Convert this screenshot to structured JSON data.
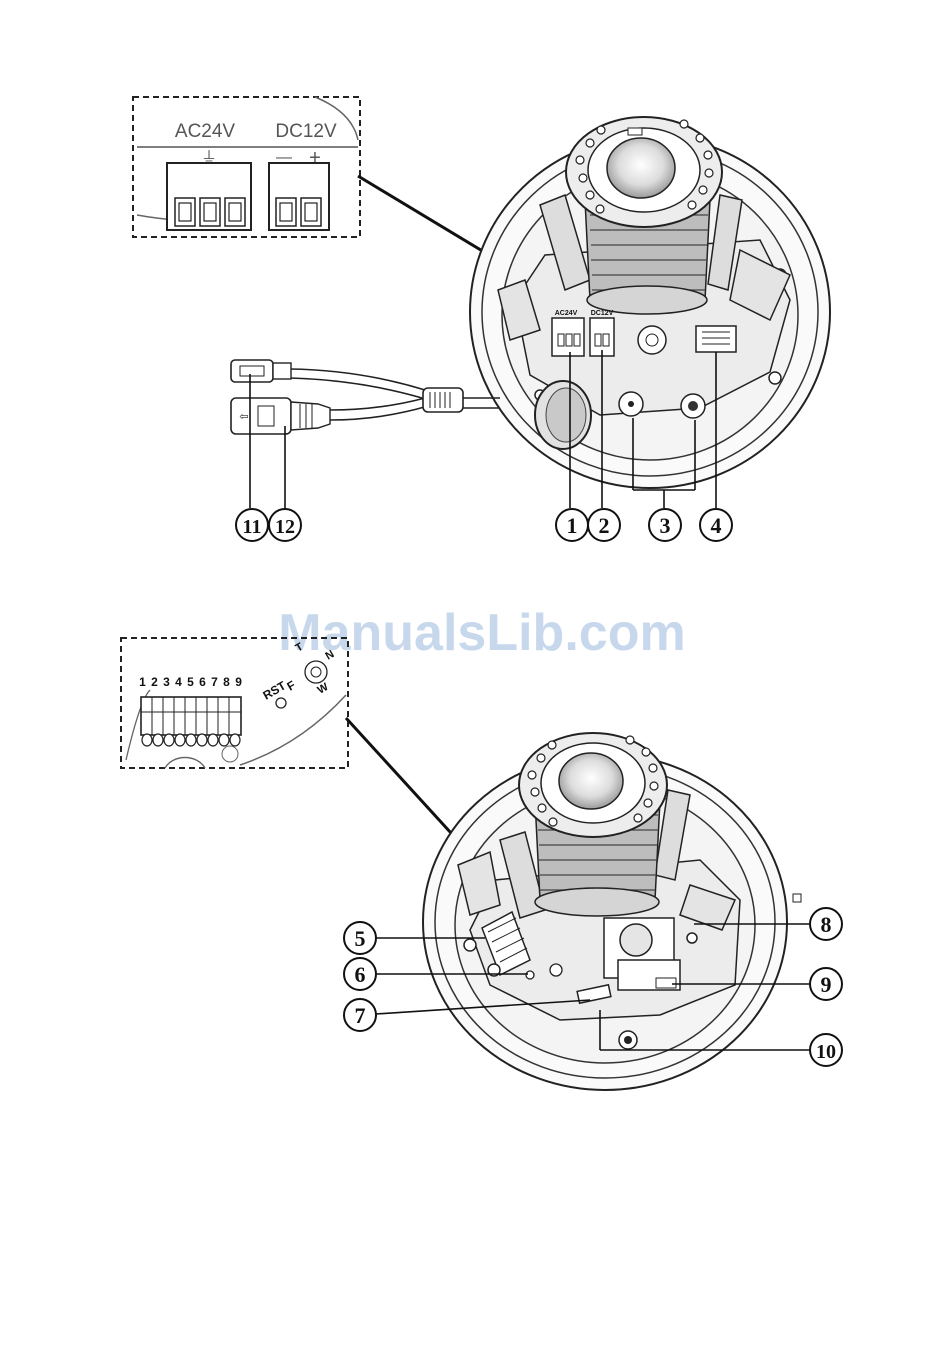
{
  "watermark": "ManualsLib.com",
  "top_figure": {
    "inset_labels": {
      "ac": "AC24V",
      "dc": "DC12V",
      "ac_ground": "⏚",
      "dc_minus": "—",
      "dc_plus": "+"
    },
    "board_labels": {
      "ac": "AC24V",
      "dc": "DC12V"
    },
    "callouts": [
      "1",
      "2",
      "3",
      "4",
      "11",
      "12"
    ]
  },
  "bottom_figure": {
    "inset_pin_numbers": "1 2 3 4 5 6 7 8 9",
    "inset_labels": {
      "rst": "RST",
      "f": "F",
      "t": "T",
      "n": "N",
      "w": "W"
    },
    "callouts": [
      "5",
      "6",
      "7",
      "8",
      "9",
      "10"
    ]
  },
  "colors": {
    "line": "#222222",
    "fill_light": "#f2f2f2",
    "fill_mid": "#cfcfcf",
    "watermark": "#c8d8ec"
  }
}
